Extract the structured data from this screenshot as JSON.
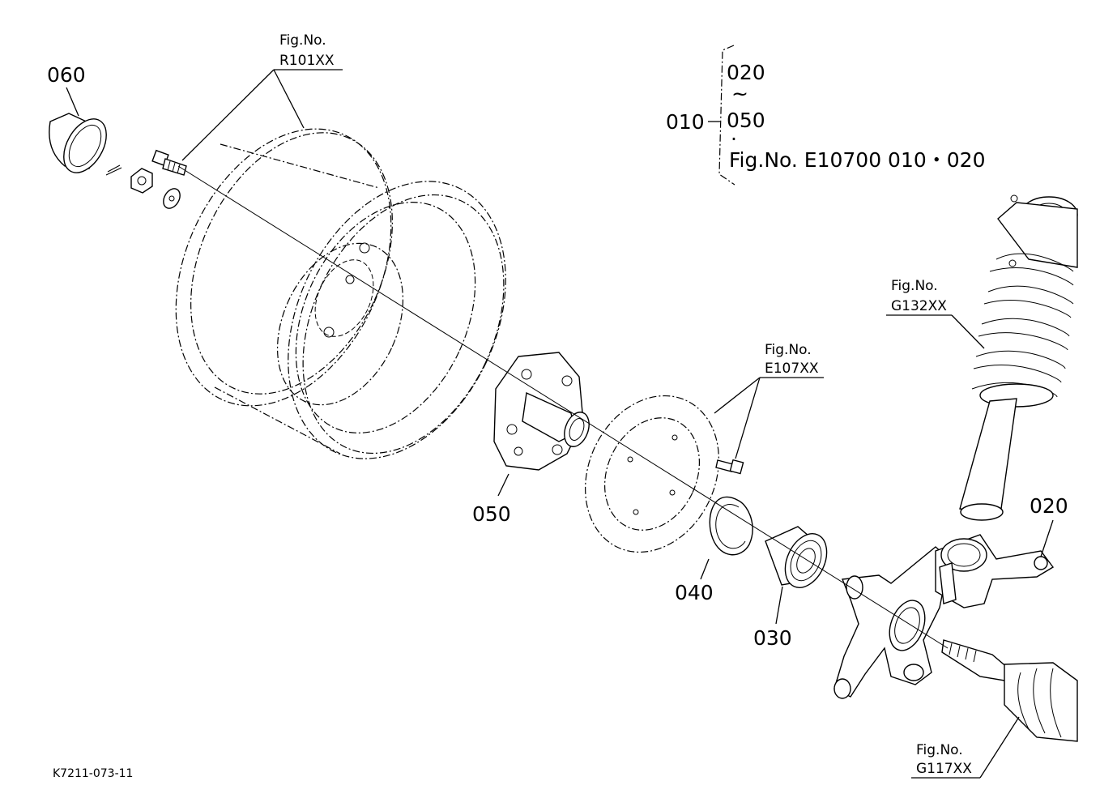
{
  "drawing_id": "K7211-073-11",
  "parts": {
    "p060": "060",
    "p050": "050",
    "p040": "040",
    "p030": "030",
    "p020": "020"
  },
  "fig_refs": {
    "r101": {
      "line1": "Fig.No.",
      "line2": "R101XX"
    },
    "e107": {
      "line1": "Fig.No.",
      "line2": "E107XX"
    },
    "g132": {
      "line1": "Fig.No.",
      "line2": "G132XX"
    },
    "g117": {
      "line1": "Fig.No.",
      "line2": "G117XX"
    }
  },
  "assembly_note": {
    "parent": "010",
    "range_start": "020",
    "tilde": "~",
    "range_end": "050",
    "dot": "·",
    "reference": "Fig.No.  E10700  010・020"
  }
}
